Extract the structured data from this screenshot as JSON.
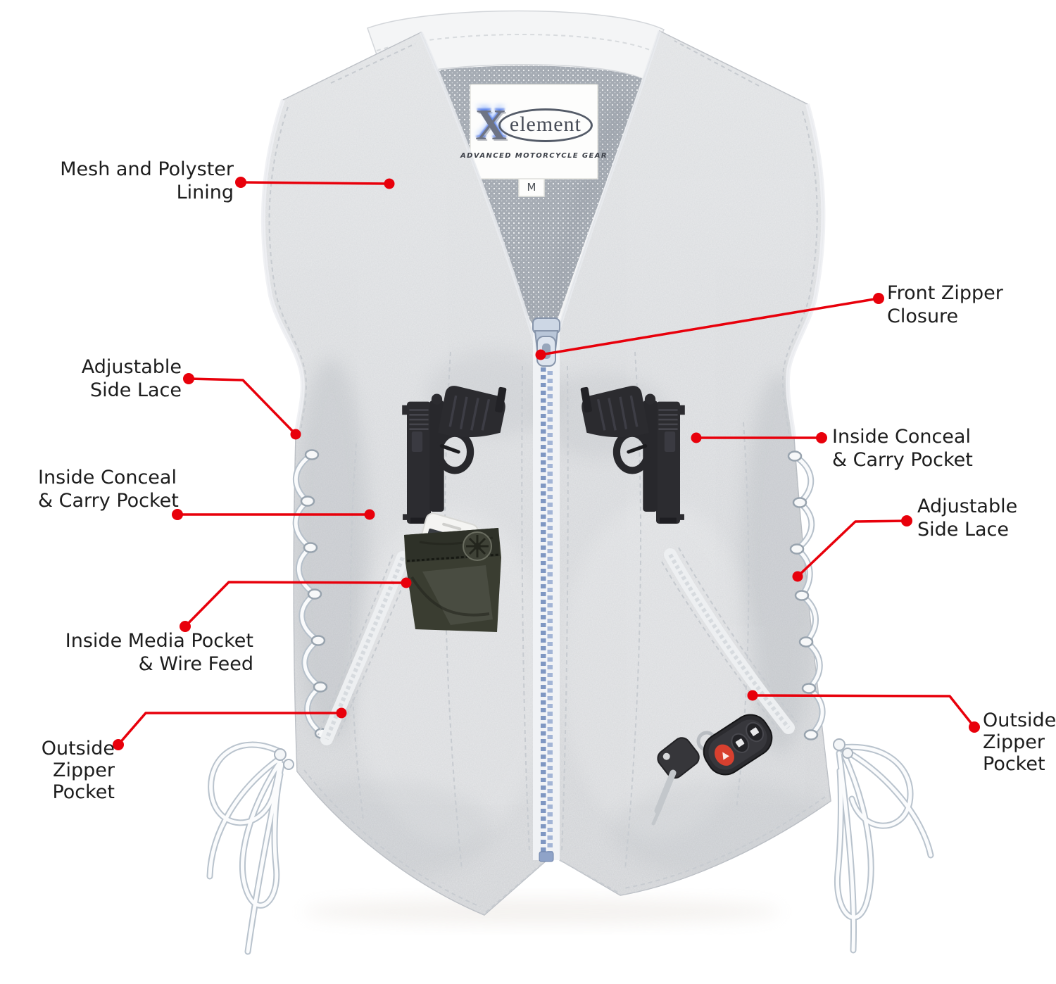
{
  "figure": "Annotated product diagram of a white leather motorcycle vest with feature callouts",
  "brand": {
    "logo_x": "X",
    "logo_name": "element",
    "tagline": "ADVANCED MOTORCYCLE GEAR",
    "size": "M"
  },
  "callouts": {
    "mesh_lining": {
      "line1": "Mesh and Polyster",
      "line2": "Lining"
    },
    "front_zipper": {
      "line1": "Front Zipper",
      "line2": "Closure"
    },
    "side_lace_left": {
      "line1": "Adjustable",
      "line2": "Side Lace"
    },
    "conceal_left": {
      "line1": "Inside Conceal",
      "line2": "& Carry Pocket"
    },
    "media_pocket": {
      "line1": "Inside Media Pocket",
      "line2": "& Wire Feed"
    },
    "outside_zip_left": {
      "line1": "Outside",
      "line2": "Zipper",
      "line3": "Pocket"
    },
    "conceal_right": {
      "line1": "Inside Conceal",
      "line2": "& Carry Pocket"
    },
    "side_lace_right": {
      "line1": "Adjustable",
      "line2": "Side Lace"
    },
    "outside_zip_right": {
      "line1": "Outside",
      "line2": "Zipper",
      "line3": "Pocket"
    }
  },
  "colors": {
    "callout_accent": "#e8000b",
    "callout_text": "#1d1d1d",
    "vest_leather": "#d7d9db",
    "mesh_lining": "#a6acb4",
    "media_pocket": "#383b30",
    "zipper_teeth": "#8ea6cf",
    "pistol": "#2c2c30",
    "fob_button_red": "#d8402f"
  }
}
